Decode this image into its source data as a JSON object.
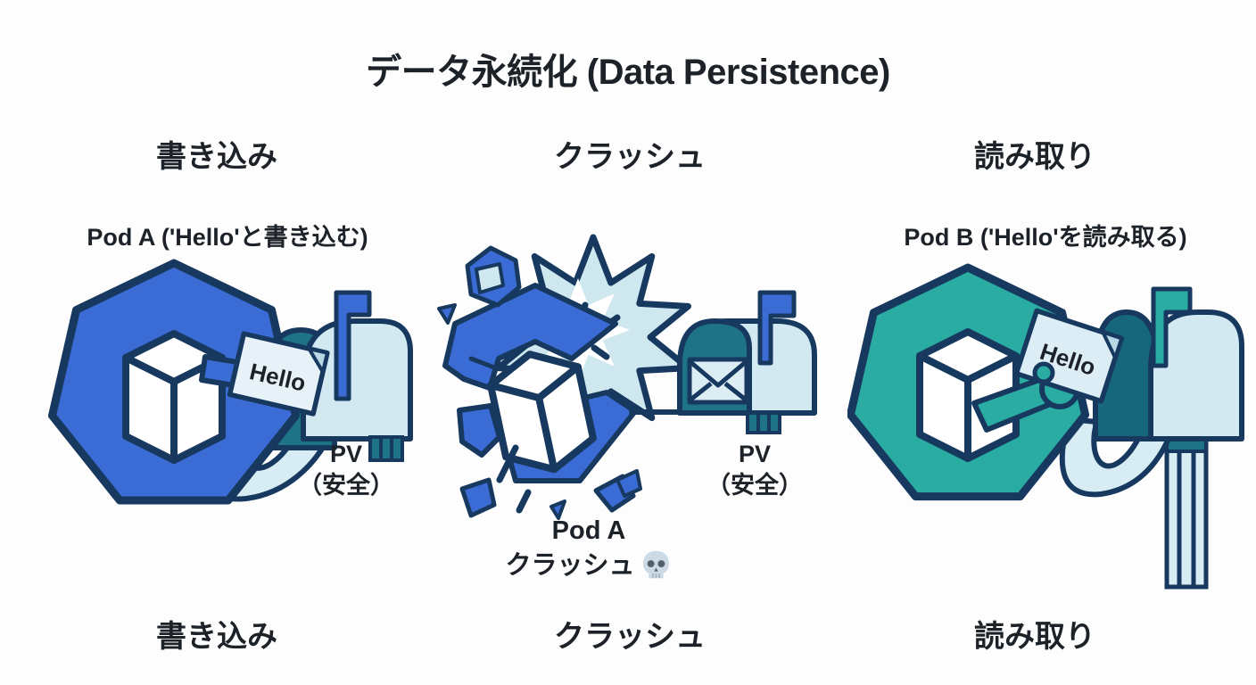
{
  "title": "データ永続化 (Data Persistence)",
  "colors": {
    "pod_a_blue": "#3b6cd6",
    "pod_b_teal": "#2aaca2",
    "outline_navy": "#17395f",
    "mailbox_body_light": "#d2e9f2",
    "mailbox_front_teal": "#1e7386",
    "starburst_light": "#cfe7ee",
    "card_light": "#e7f1f8",
    "text_dark": "#1d2228",
    "background": "#fdfdfd"
  },
  "panels": [
    {
      "id": "write",
      "top_label": "書き込み",
      "bottom_label": "書き込み",
      "pod_label": "Pod A ('Hello'と書き込む)",
      "note_text": "Hello",
      "pv_label_line1": "PV",
      "pv_label_line2": "（安全）",
      "icons": [
        "pod-heptagon-icon",
        "cube-icon",
        "hand-icon",
        "note-card-icon",
        "mailbox-open-icon",
        "flag-icon"
      ]
    },
    {
      "id": "crash",
      "top_label": "クラッシュ",
      "bottom_label": "クラッシュ",
      "crash_caption_line1": "Pod A",
      "crash_caption_line2": "クラッシュ",
      "crash_icon": "skull",
      "pv_label_line1": "PV",
      "pv_label_line2": "（安全）",
      "icons": [
        "broken-pod-icon",
        "cube-icon",
        "explosion-starburst-icon",
        "debris-shards-icon",
        "mailbox-closed-icon",
        "envelope-icon",
        "flag-icon"
      ]
    },
    {
      "id": "read",
      "top_label": "読み取り",
      "bottom_label": "読み取り",
      "pod_label": "Pod B ('Hello'を読み取る)",
      "note_text": "Hello",
      "pv_label_line1": "",
      "pv_label_line2": "",
      "icons": [
        "pod-heptagon-icon",
        "cube-icon",
        "hand-icon",
        "note-card-icon",
        "mailbox-open-icon",
        "flag-icon",
        "mailbox-post-icon"
      ]
    }
  ]
}
